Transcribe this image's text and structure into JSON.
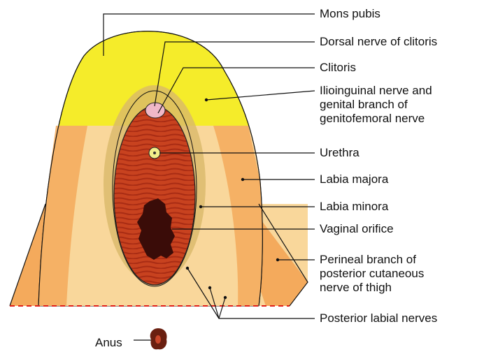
{
  "labels": {
    "mons_pubis": "Mons pubis",
    "dorsal_nerve": "Dorsal nerve of clitoris",
    "clitoris": "Clitoris",
    "ilioinguinal": [
      "Ilioinguinal nerve and",
      "genital branch of",
      "genitofemoral nerve"
    ],
    "urethra": "Urethra",
    "labia_majora": "Labia majora",
    "labia_minora": "Labia minora",
    "vaginal_orifice": "Vaginal orifice",
    "perineal_branch": [
      "Perineal branch of",
      "posterior cutaneous",
      "nerve of thigh"
    ],
    "posterior_labial": "Posterior labial nerves",
    "anus": "Anus"
  },
  "colors": {
    "mons_yellow": "#f5ec2a",
    "labia_majora_peach": "#f9d79b",
    "lateral_orange": "#f4aa5c",
    "labia_minora_band": "#d9b96a",
    "vestibule_red": "#c23b1e",
    "vaginal_dark": "#3a0c08",
    "clitoris_pink": "#f0b8c8",
    "urethra_yellow": "#f2f08a",
    "dashed_red": "#e0201a"
  }
}
